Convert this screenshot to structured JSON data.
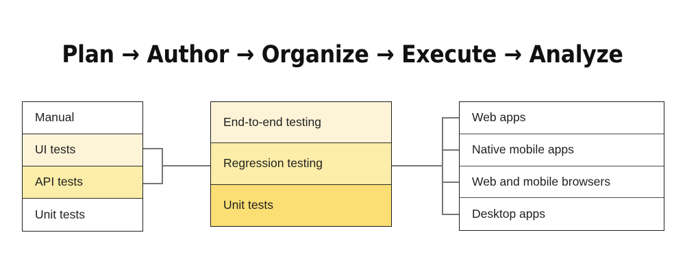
{
  "diagram": {
    "title": "Plan → Author → Organize → Execute → Analyze",
    "colors": {
      "background": "#ffffff",
      "border": "#1d1d1d",
      "connector": "#757575",
      "text": "#1f1f1f",
      "tint_none": "#ffffff",
      "tint_light": "#fdf4d8",
      "tint_medium": "#fceda8",
      "tint_strong": "#fbdf74"
    },
    "columns": [
      {
        "name": "test-types",
        "rows": [
          {
            "label": "Manual",
            "fill": "#ffffff"
          },
          {
            "label": "UI tests",
            "fill": "#fdf4d8"
          },
          {
            "label": "API tests",
            "fill": "#fceda8"
          },
          {
            "label": "Unit tests",
            "fill": "#ffffff"
          }
        ]
      },
      {
        "name": "test-levels",
        "rows": [
          {
            "label": "End-to-end testing",
            "fill": "#fdf4d8"
          },
          {
            "label": "Regression testing",
            "fill": "#fceda8"
          },
          {
            "label": "Unit tests",
            "fill": "#fbdf74"
          }
        ]
      },
      {
        "name": "targets",
        "rows": [
          {
            "label": "Web apps",
            "fill": "#ffffff"
          },
          {
            "label": "Native mobile apps",
            "fill": "#ffffff"
          },
          {
            "label": "Web and mobile browsers",
            "fill": "#ffffff"
          },
          {
            "label": "Desktop apps",
            "fill": "#ffffff"
          }
        ]
      }
    ]
  }
}
